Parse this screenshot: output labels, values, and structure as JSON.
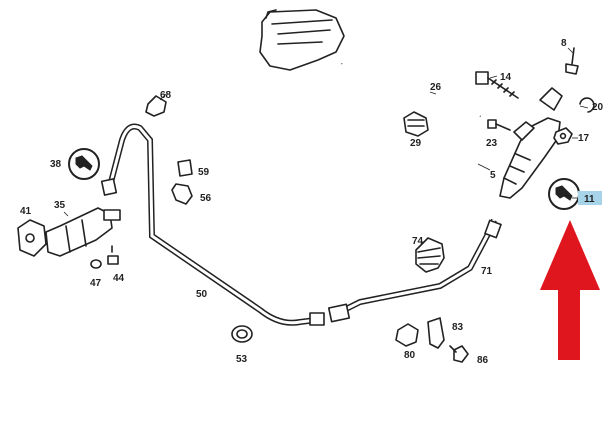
{
  "diagram": {
    "part_numbers": {
      "p8": "8",
      "p14": "14",
      "p20": "20",
      "p17": "17",
      "p26": "26",
      "p29": "29",
      "p23": "23",
      "p5": "5",
      "p11": "11",
      "p68": "68",
      "p59": "59",
      "p56": "56",
      "p38": "38",
      "p35": "35",
      "p41": "41",
      "p47": "47",
      "p44": "44",
      "p50": "50",
      "p74": "74",
      "p71": "71",
      "p53": "53",
      "p83": "83",
      "p80": "80",
      "p86": "86"
    },
    "highlight": {
      "part": "11",
      "color": "#a8d4ea"
    },
    "arrow": {
      "color": "#e0161e",
      "direction": "up"
    },
    "icons": [
      "wrench-circle-icon",
      "wrench-circle-icon",
      "wrench-circle-icon"
    ]
  }
}
